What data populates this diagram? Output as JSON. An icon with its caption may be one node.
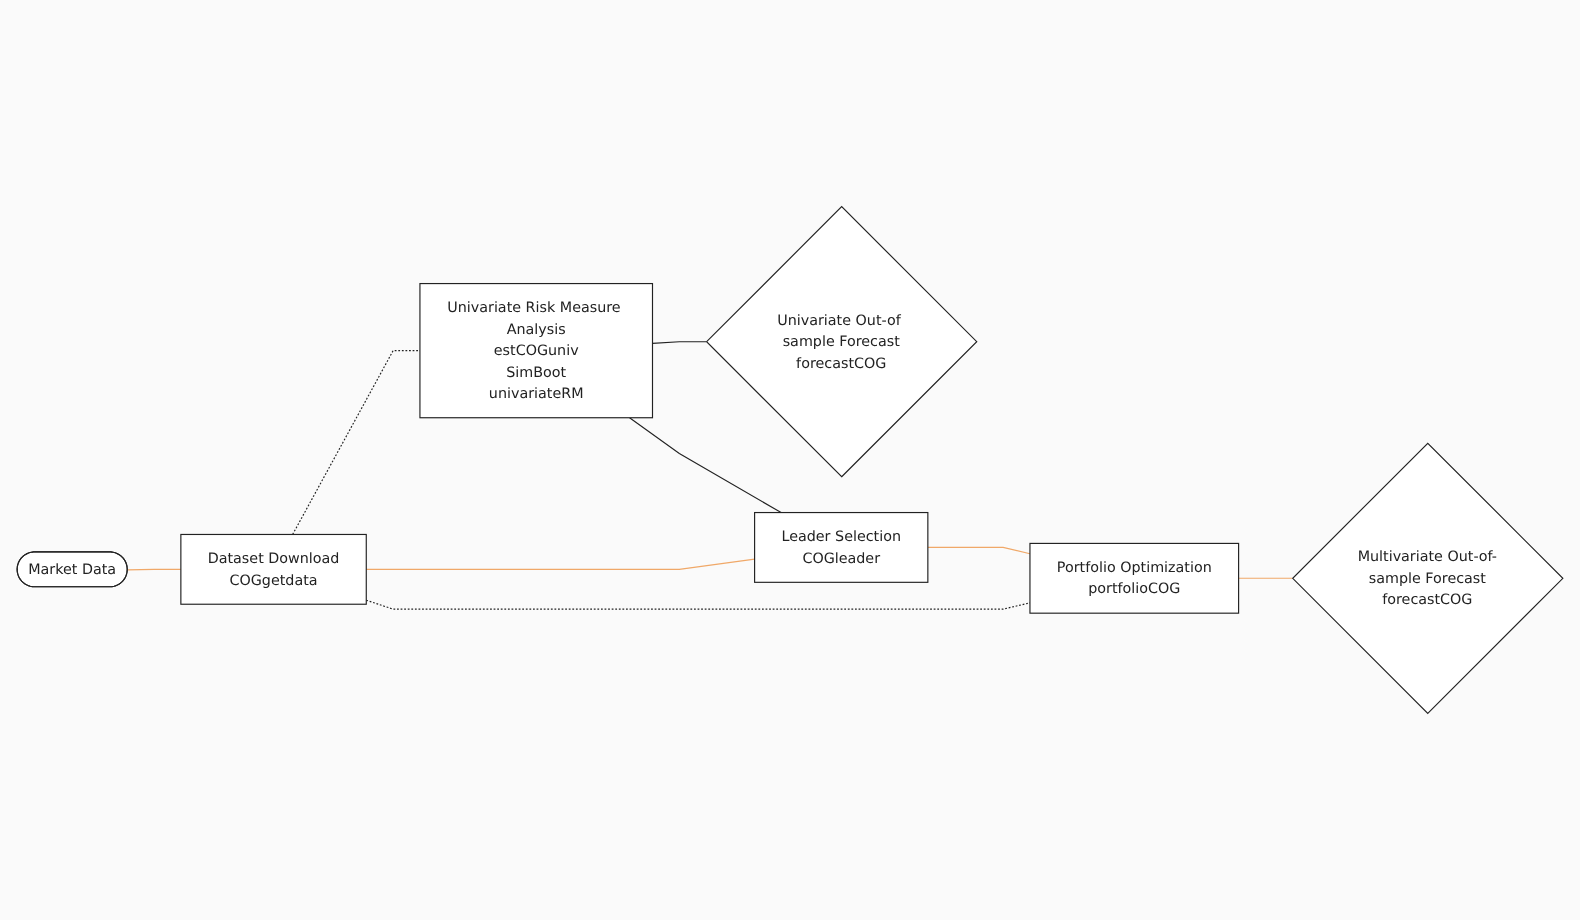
{
  "diagram": {
    "nodes": [
      {
        "text": [
          "Market Data"
        ]
      },
      {
        "text": [
          "Dataset Download",
          "COGgetdata"
        ]
      },
      {
        "text": [
          "Univariate Risk Measure Analysis",
          "estCOGuniv",
          "SimBoot",
          "univariateRM"
        ]
      },
      {
        "text": [
          "Univariate Out-of sample Forecast",
          "forecastCOG"
        ]
      },
      {
        "text": [
          "Leader Selection",
          "COGleader"
        ]
      },
      {
        "text": [
          "Portfolio Optimization",
          "portfolioCOG"
        ]
      },
      {
        "text": [
          "Multivariate Out-of-sample Forecast",
          "forecastCOG"
        ]
      }
    ],
    "edges": [
      {
        "from": 0,
        "to": 1,
        "arrow": "none",
        "color": "#f0a868"
      },
      {
        "from": 1,
        "to": 2,
        "arrow": "none",
        "style": "dashed",
        "color": "#222222"
      },
      {
        "from": 1,
        "to": 4,
        "arrow": "none",
        "color": "#f0a868"
      },
      {
        "from": 1,
        "to": 5,
        "arrow": "none",
        "style": "dashed",
        "color": "#222222"
      },
      {
        "from": 2,
        "to": 3,
        "arrow": "none",
        "color": "#222222"
      },
      {
        "from": 2,
        "to": 4,
        "arrow": "none",
        "color": "#222222"
      },
      {
        "from": 4,
        "to": 5,
        "arrow": "none",
        "color": "#f0a868"
      },
      {
        "from": 5,
        "to": 6,
        "arrow": "none",
        "color": "#f0a868"
      }
    ]
  }
}
